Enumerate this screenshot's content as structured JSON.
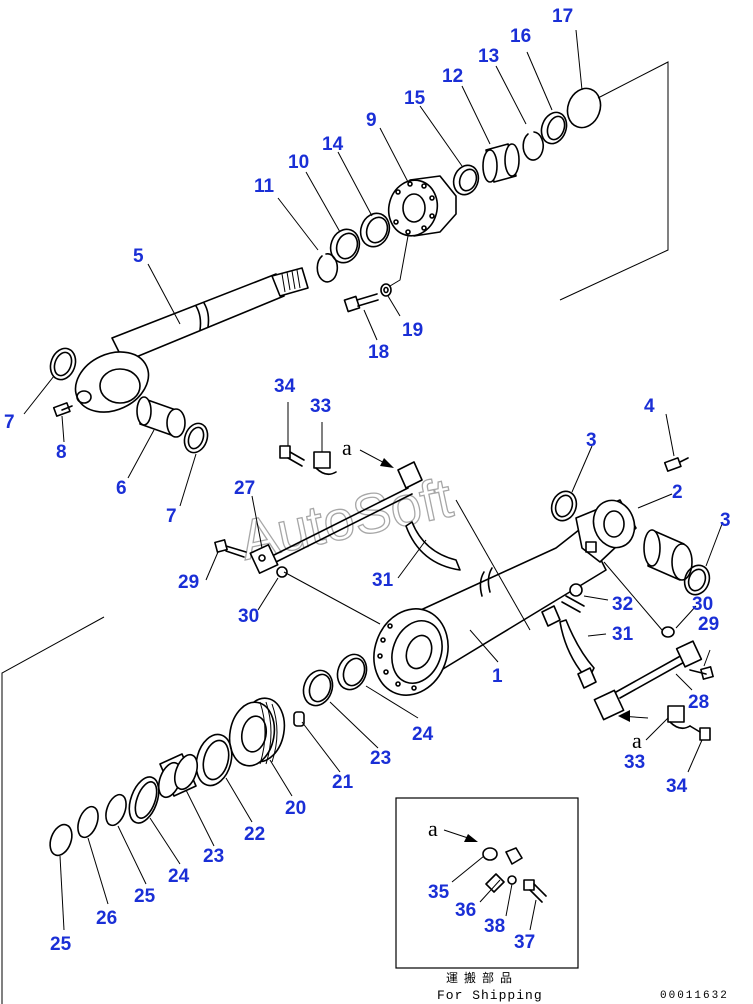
{
  "diagram": {
    "watermark": "AutoSoft",
    "drawing_code": "00011632",
    "detail_box": {
      "caption_jp": "運搬部品",
      "caption": "For Shipping",
      "arrow_letter": "a"
    },
    "arrow_letters": [
      "a",
      "a"
    ],
    "part_numbers": {
      "p17": "17",
      "p16": "16",
      "p13": "13",
      "p12": "12",
      "p15": "15",
      "p9": "9",
      "p14": "14",
      "p10": "10",
      "p11": "11",
      "p5": "5",
      "p19": "19",
      "p18": "18",
      "p7a": "7",
      "p8": "8",
      "p6": "6",
      "p7b": "7",
      "p34a": "34",
      "p33a": "33",
      "p27": "27",
      "p29a": "29",
      "p30a": "30",
      "p31a": "31",
      "p3a": "3",
      "p4": "4",
      "p2": "2",
      "p3b": "3",
      "p32": "32",
      "p30b": "30",
      "p31b": "31",
      "p29b": "29",
      "p1": "1",
      "p28": "28",
      "p33b": "33",
      "p34b": "34",
      "p24a": "24",
      "p23a": "23",
      "p21": "21",
      "p20": "20",
      "p22": "22",
      "p23b": "23",
      "p24b": "24",
      "p25a": "25",
      "p26": "26",
      "p25b": "25",
      "p35": "35",
      "p36": "36",
      "p38": "38",
      "p37": "37"
    }
  }
}
